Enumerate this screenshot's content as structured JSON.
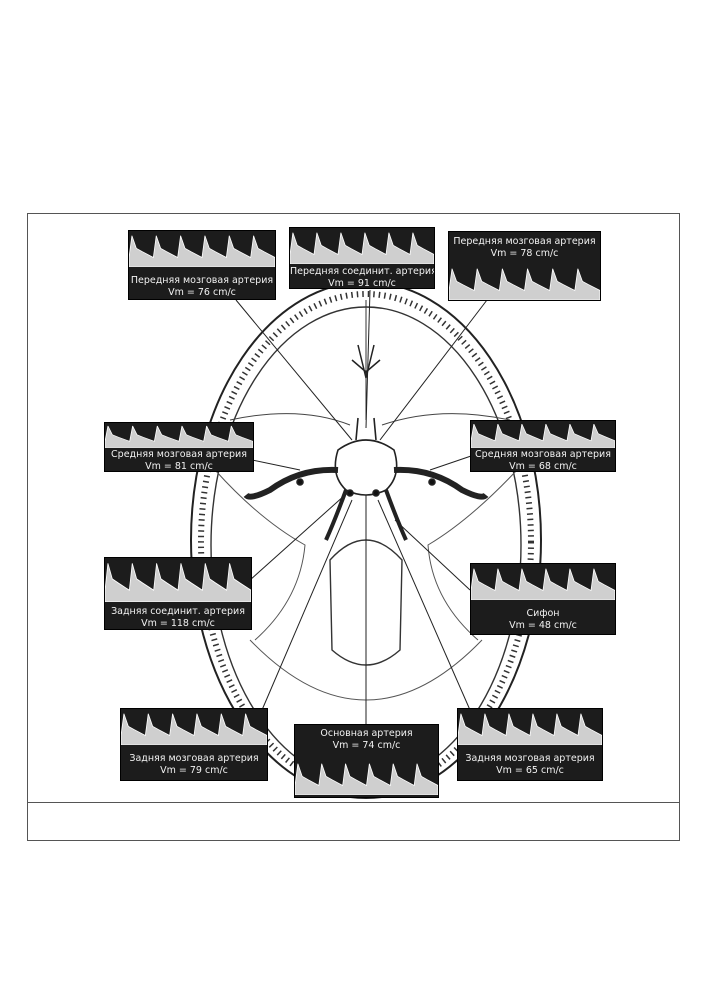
{
  "panels": [
    {
      "id": "p1",
      "name": "Передняя мозговая артерия",
      "velocity": "Vm = 76 cm/c"
    },
    {
      "id": "p2",
      "name": "Передняя соединит. артерия",
      "velocity": "Vm = 91 cm/c"
    },
    {
      "id": "p3",
      "name": "Передняя мозговая артерия",
      "velocity": "Vm = 78 cm/c"
    },
    {
      "id": "p4",
      "name": "Средняя мозговая артерия",
      "velocity": "Vm = 81 cm/c"
    },
    {
      "id": "p5",
      "name": "Средняя мозговая артерия",
      "velocity": "Vm = 68 cm/c"
    },
    {
      "id": "p6",
      "name": "Задняя соединит. артерия",
      "velocity": "Vm = 118 cm/c"
    },
    {
      "id": "p7",
      "name": "Сифон",
      "velocity": "Vm = 48 cm/c"
    },
    {
      "id": "p8",
      "name": "Задняя мозговая артерия",
      "velocity": "Vm = 79 cm/c"
    },
    {
      "id": "p9",
      "name": "Основная артерия",
      "velocity": "Vm = 74 cm/c"
    },
    {
      "id": "p10",
      "name": "Задняя мозговая артерия",
      "velocity": "Vm = 65 cm/c"
    }
  ]
}
